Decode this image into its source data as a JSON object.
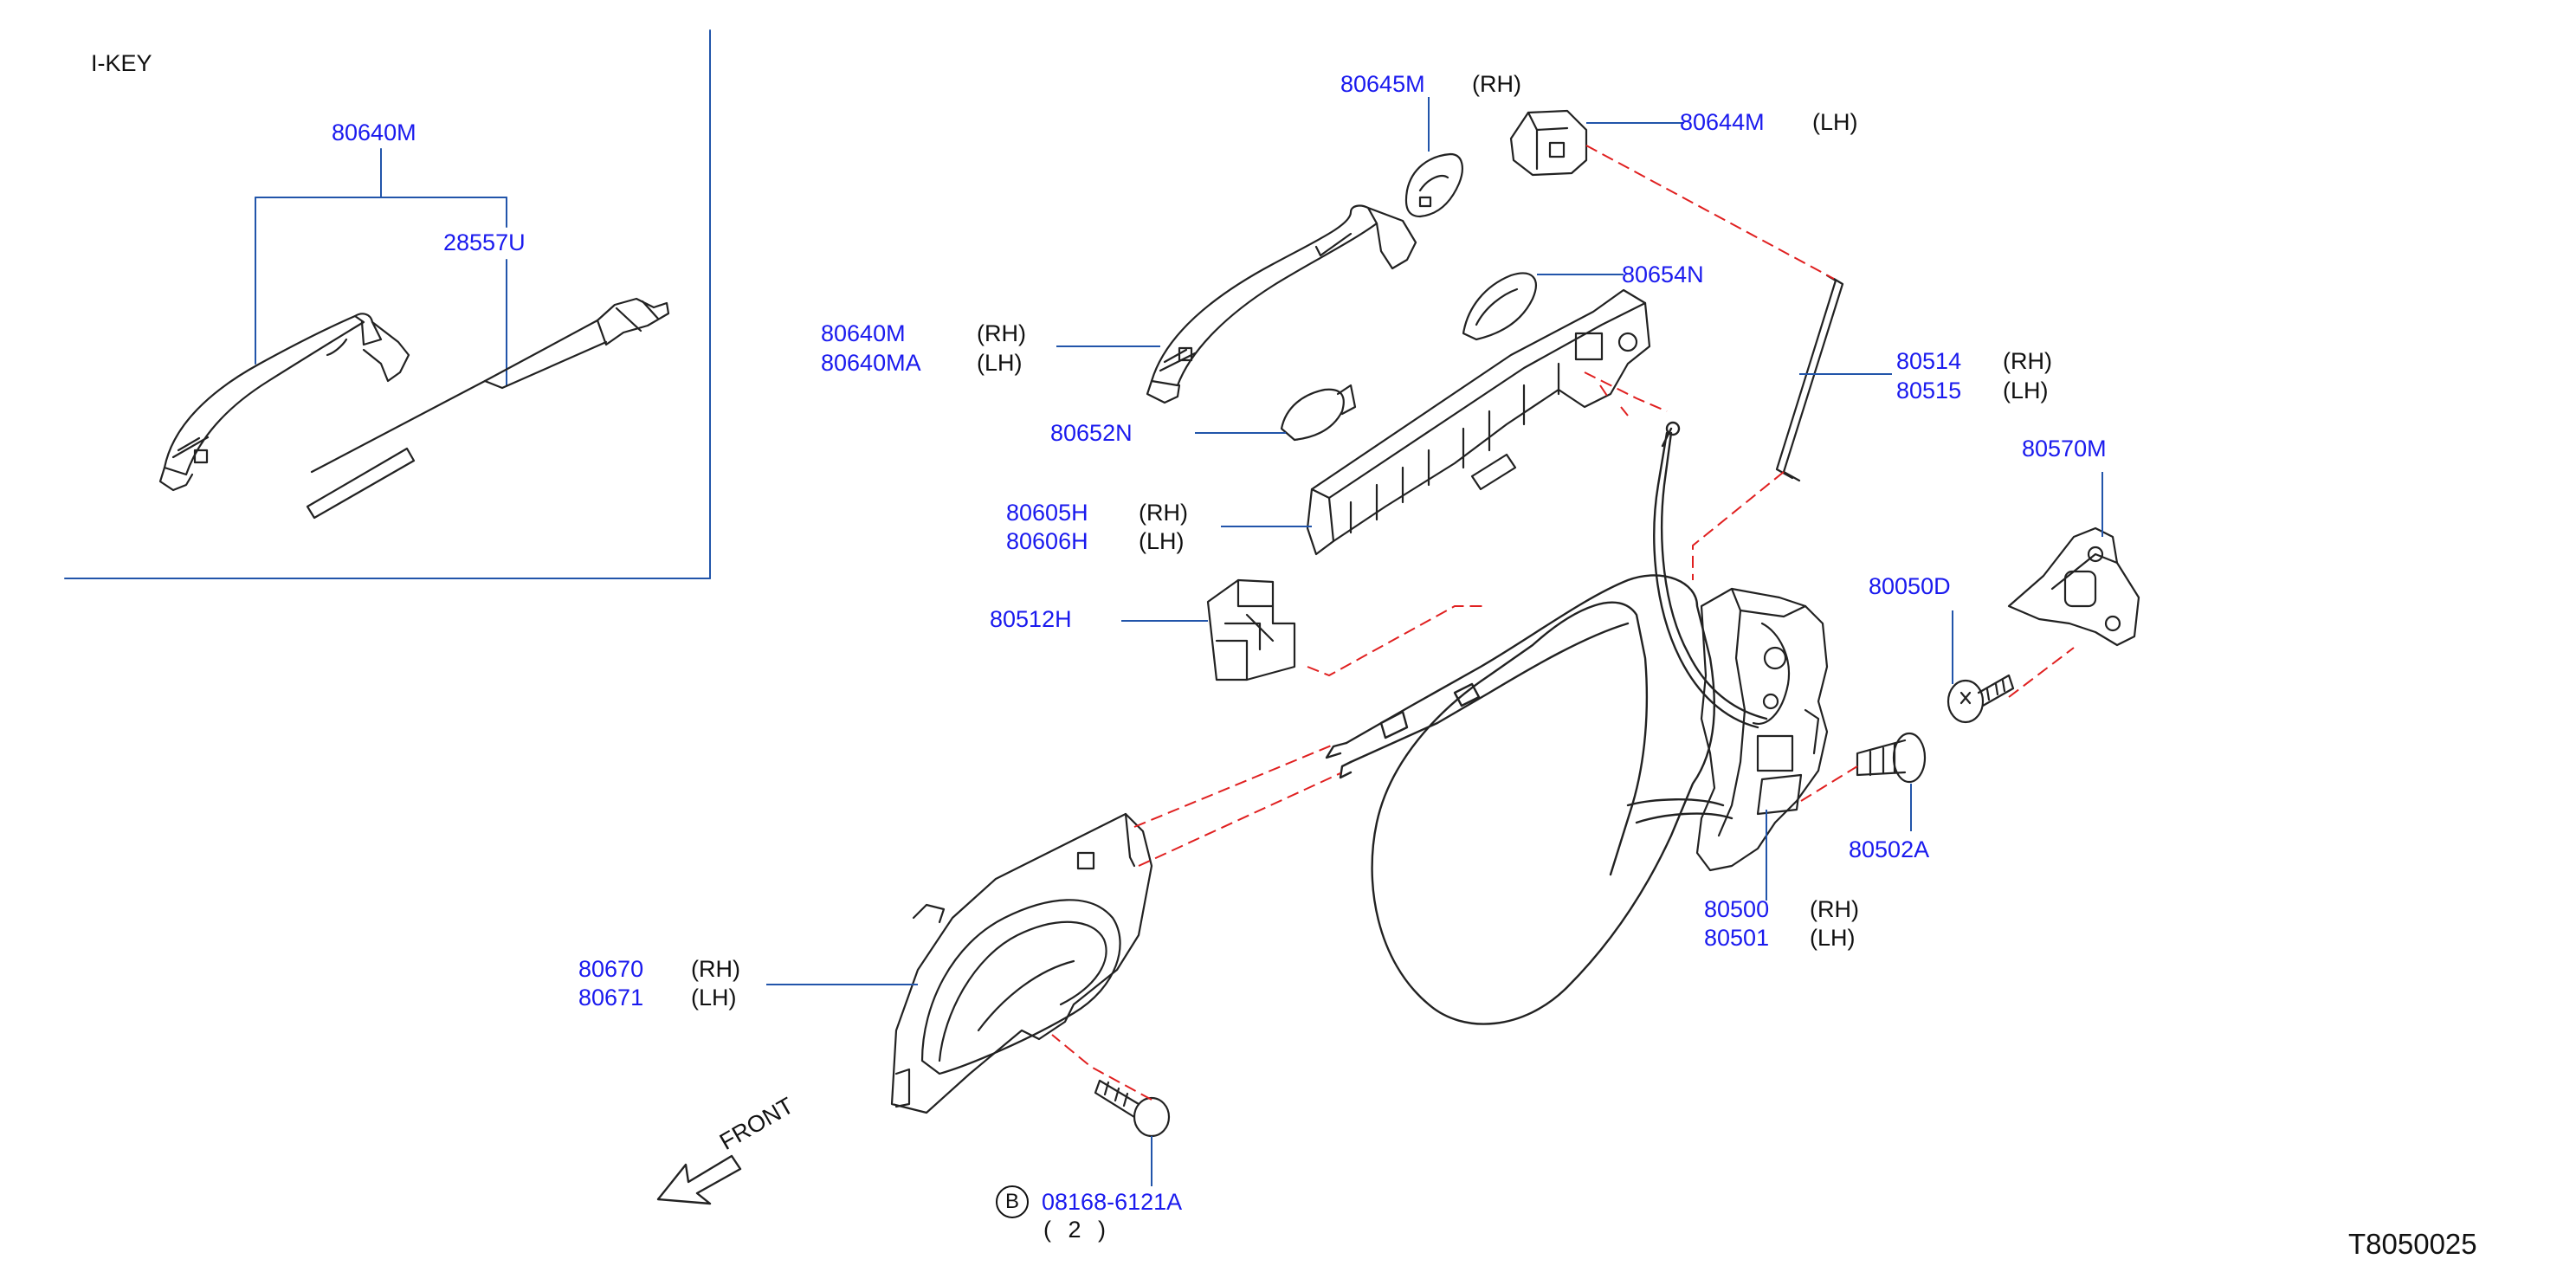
{
  "colors": {
    "part_number": "#1a1aee",
    "leader": "#2255aa",
    "dashed": "#e02020",
    "outline": "#222222"
  },
  "inset": {
    "title": "I-KEY",
    "assembly": "80640M",
    "sub_part": "28557U"
  },
  "labels": {
    "p80645m": {
      "part": "80645M",
      "side": "(RH)"
    },
    "p80644m": {
      "part": "80644M",
      "side": "(LH)"
    },
    "p80654n": {
      "part": "80654N"
    },
    "p80640m": {
      "part_rh": "80640M",
      "side_rh": "(RH)",
      "part_lh": "80640MA",
      "side_lh": "(LH)"
    },
    "p80514": {
      "part_rh": "80514",
      "side_rh": "(RH)",
      "part_lh": "80515",
      "side_lh": "(LH)"
    },
    "p80652n": {
      "part": "80652N"
    },
    "p80570m": {
      "part": "80570M"
    },
    "p80605h": {
      "part_rh": "80605H",
      "side_rh": "(RH)",
      "part_lh": "80606H",
      "side_lh": "(LH)"
    },
    "p80050d": {
      "part": "80050D"
    },
    "p80512h": {
      "part": "80512H"
    },
    "p80502a": {
      "part": "80502A"
    },
    "p80500": {
      "part_rh": "80500",
      "side_rh": "(RH)",
      "part_lh": "80501",
      "side_lh": "(LH)"
    },
    "p80670": {
      "part_rh": "80670",
      "side_rh": "(RH)",
      "part_lh": "80671",
      "side_lh": "(LH)"
    },
    "bolt": {
      "marker": "B",
      "part": "08168-6121A",
      "qty": "( 2 )"
    }
  },
  "front_label": "FRONT",
  "diagram_ref": "T8050025"
}
